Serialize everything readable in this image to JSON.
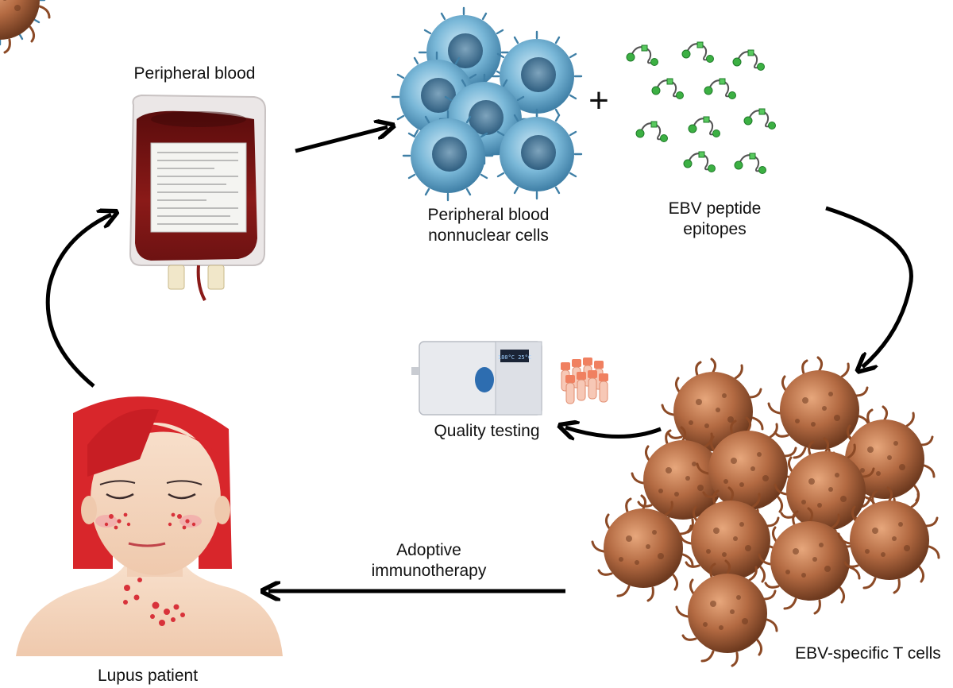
{
  "labels": {
    "peripheral_blood": "Peripheral blood",
    "pbnc_line1": "Peripheral blood",
    "pbnc_line2": "nonnuclear cells",
    "plus": "+",
    "ebv_line1": "EBV peptide",
    "ebv_line2": "epitopes",
    "quality_testing": "Quality testing",
    "adoptive_line1": "Adoptive",
    "adoptive_line2": "immunotherapy",
    "ebv_t_cells": "EBV-specific T cells",
    "lupus_patient": "Lupus patient"
  },
  "colors": {
    "arrow": "#000000",
    "blood": "#7a1414",
    "pbnc_cell": "#7ab8d8",
    "pbnc_cell_dark": "#3f7fa6",
    "peptide": "#3cb043",
    "t_cell": "#b36a42",
    "t_cell_dark": "#6e3a1f",
    "hair": "#d8262b",
    "skin": "#f6d9c2",
    "rash": "#d8323a",
    "incubator": "#e8eaee",
    "tube_cap": "#f08060"
  },
  "icons": [
    "blood-bag-icon",
    "pbnc-cells-icon",
    "peptide-epitopes-icon",
    "incubator-icon",
    "culture-tubes-icon",
    "t-cells-icon",
    "patient-icon"
  ]
}
